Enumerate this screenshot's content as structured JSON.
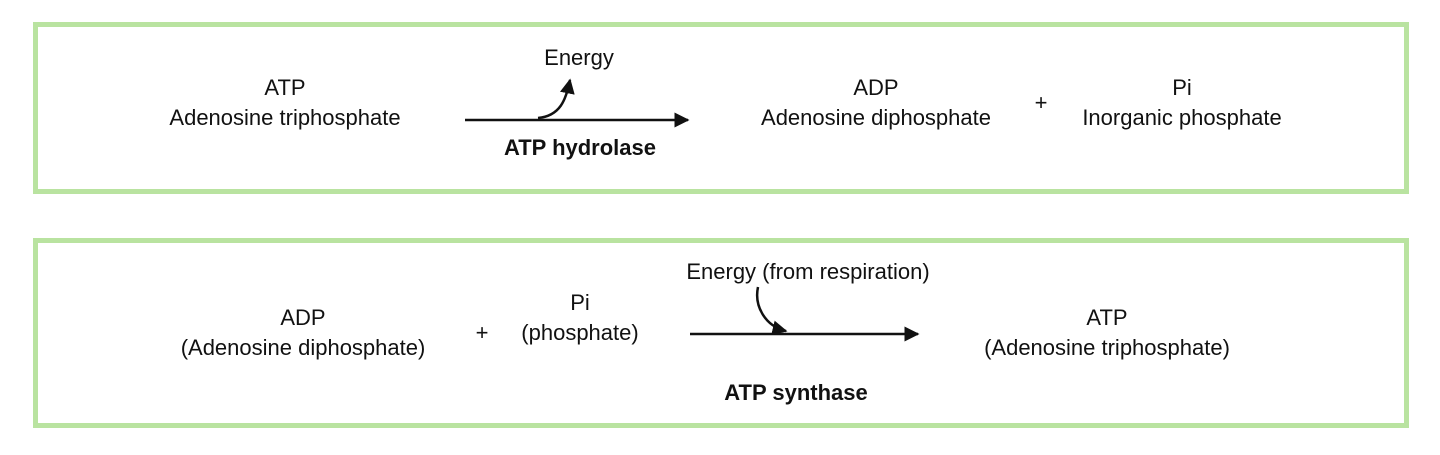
{
  "hydrolysis": {
    "reactant": {
      "symbol": "ATP",
      "name": "Adenosine triphosphate"
    },
    "energy_label": "Energy",
    "enzyme": "ATP hydrolase",
    "product_1": {
      "symbol": "ADP",
      "name": "Adenosine diphosphate"
    },
    "plus": "+",
    "product_2": {
      "symbol": "Pi",
      "name": "Inorganic phosphate"
    }
  },
  "synthesis": {
    "reactant_1": {
      "symbol": "ADP",
      "name": "(Adenosine diphosphate)"
    },
    "plus": "+",
    "reactant_2": {
      "symbol": "Pi",
      "name": "(phosphate)"
    },
    "energy_label": "Energy (from respiration)",
    "enzyme": "ATP synthase",
    "product": {
      "symbol": "ATP",
      "name": "(Adenosine triphosphate)"
    }
  },
  "colors": {
    "panel_border": "#b9e3a0",
    "text": "#111111"
  }
}
